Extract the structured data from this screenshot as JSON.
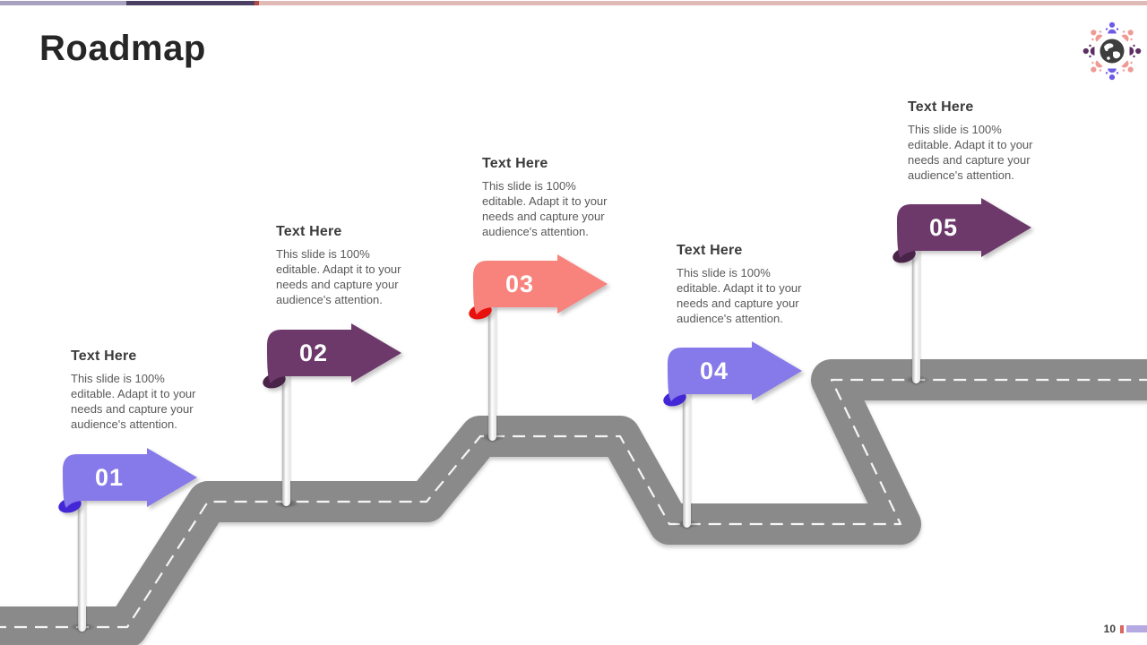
{
  "slide": {
    "title": "Roadmap"
  },
  "accent_bar": {
    "segment_colors": [
      "#a9a2bf",
      "#4c3f64",
      "#b04a42",
      "#e0bab7"
    ]
  },
  "logo": {
    "label": "globe-people-logo",
    "globe_color": "#3e3e3e",
    "person_colors": [
      "#6c5be5",
      "#ef9a93",
      "#5c2f62",
      "#ef9a93",
      "#6c5be5",
      "#ef9a93",
      "#5c2f62",
      "#ef9a93"
    ]
  },
  "milestones": [
    {
      "number": "01",
      "title": "Text Here",
      "body_lines": [
        "This slide is 100%",
        "editable. Adapt it to your",
        "needs and capture your",
        "audience's attention."
      ],
      "color": "#8679e9",
      "fold_color": "#4326d5"
    },
    {
      "number": "02",
      "title": "Text Here",
      "body_lines": [
        "This slide is 100%",
        "editable. Adapt it to your",
        "needs and capture your",
        "audience's attention."
      ],
      "color": "#6d396b",
      "fold_color": "#4a2349"
    },
    {
      "number": "03",
      "title": "Text Here",
      "body_lines": [
        "This slide is 100%",
        "editable. Adapt it to your",
        "needs and capture your",
        "audience's attention."
      ],
      "color": "#f8837d",
      "fold_color": "#e8110d"
    },
    {
      "number": "04",
      "title": "Text Here",
      "body_lines": [
        "This slide is 100%",
        "editable. Adapt it to your",
        "needs and capture your",
        "audience's attention."
      ],
      "color": "#8679e9",
      "fold_color": "#4326d5"
    },
    {
      "number": "05",
      "title": "Text Here",
      "body_lines": [
        "This slide is 100%",
        "editable. Adapt it to your",
        "needs and capture your",
        "audience's attention."
      ],
      "color": "#6d396b",
      "fold_color": "#4a2349"
    }
  ],
  "road": {
    "color": "#8a8a8a",
    "dash_color": "#f5f5f5"
  },
  "footer": {
    "page_number": "10",
    "tick_color": "#d9665f",
    "bar_color": "#b4a9e2"
  }
}
